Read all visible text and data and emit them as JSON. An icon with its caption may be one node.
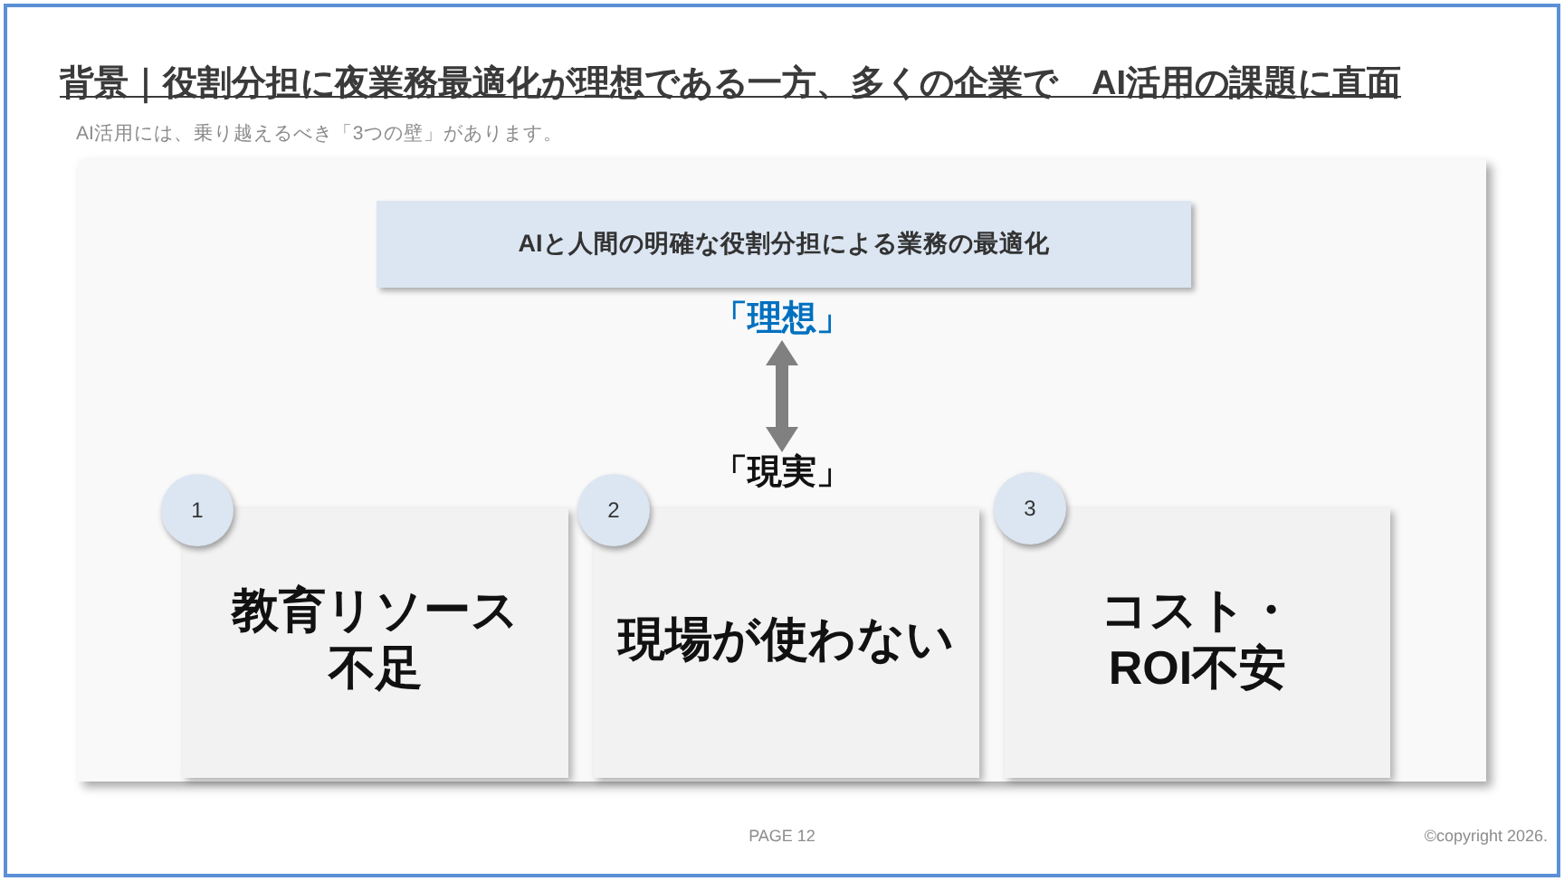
{
  "diagram": {
    "title": "背景｜役割分担に夜業務最適化が理想である一方、多くの企業で　AI活用の課題に直面",
    "nodes": [
      {
        "text": [
          "AIと人間の明確な役割分担による業務の最適化"
        ]
      },
      {
        "text": [
          "「理想」"
        ]
      },
      {
        "text": [
          "「現実」"
        ]
      },
      {
        "text": [
          "1"
        ]
      },
      {
        "text": [
          "教育リソース不足"
        ]
      },
      {
        "text": [
          "2"
        ]
      },
      {
        "text": [
          "現場が使わない"
        ]
      },
      {
        "text": [
          "3"
        ]
      },
      {
        "text": [
          "コスト・ROI不安"
        ]
      }
    ],
    "edges": [
      {
        "from": 1,
        "to": 2,
        "arrow": "both"
      }
    ],
    "labels": [
      "AI活用には、乗り越えるべき「3つの壁」があります。",
      "PAGE 12",
      "©copyright 2026."
    ]
  }
}
